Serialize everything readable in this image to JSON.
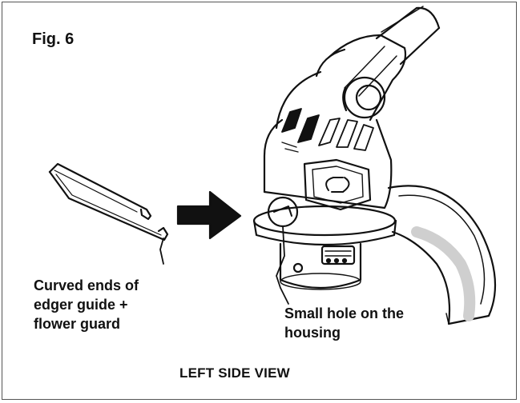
{
  "figure": {
    "label": "Fig. 6",
    "view_caption": "LEFT SIDE VIEW"
  },
  "callouts": {
    "edger_guide": [
      "Curved ends of",
      "edger guide +",
      "flower guard"
    ],
    "housing_hole": [
      "Small hole on the",
      "housing"
    ]
  },
  "colors": {
    "ink": "#111111",
    "frame": "#555555",
    "shade": "#cfcfcf"
  }
}
